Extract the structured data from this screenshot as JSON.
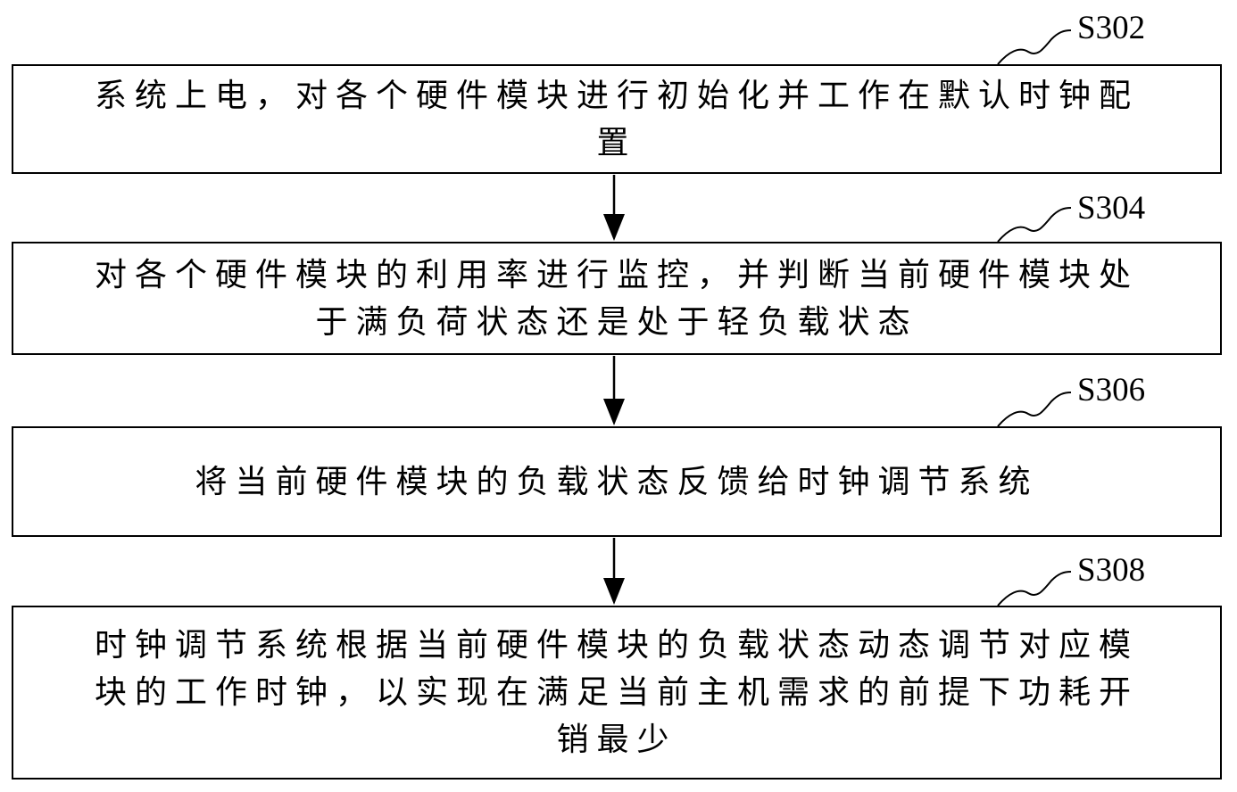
{
  "steps": [
    {
      "label": "S302",
      "text": "系统上电，对各个硬件模块进行初始化并工作在默认时钟配\n置"
    },
    {
      "label": "S304",
      "text": "对各个硬件模块的利用率进行监控，并判断当前硬件模块处\n于满负荷状态还是处于轻负载状态"
    },
    {
      "label": "S306",
      "text": "将当前硬件模块的负载状态反馈给时钟调节系统"
    },
    {
      "label": "S308",
      "text": "时钟调节系统根据当前硬件模块的负载状态动态调节对应模\n块的工作时钟，以实现在满足当前主机需求的前提下功耗开\n销最少"
    }
  ]
}
